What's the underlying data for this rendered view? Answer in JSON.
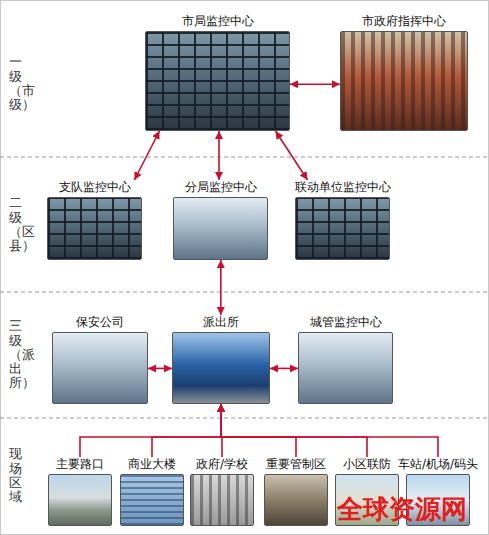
{
  "diagram": {
    "nodes": [
      {
        "text": [
          "市局监控中心"
        ]
      },
      {
        "text": [
          "市政府指挥中心"
        ]
      },
      {
        "text": [
          "支队监控中心"
        ]
      },
      {
        "text": [
          "分局监控中心"
        ]
      },
      {
        "text": [
          "联动单位监控中心"
        ]
      },
      {
        "text": [
          "保安公司"
        ]
      },
      {
        "text": [
          "派出所"
        ]
      },
      {
        "text": [
          "城管监控中心"
        ]
      },
      {
        "text": [
          "主要路口"
        ]
      },
      {
        "text": [
          "商业大楼"
        ]
      },
      {
        "text": [
          "政府/学校"
        ]
      },
      {
        "text": [
          "重要管制区"
        ]
      },
      {
        "text": [
          "小区联防"
        ]
      },
      {
        "text": [
          "车站/机场/码头"
        ]
      }
    ],
    "edges": [
      {
        "from": 0,
        "to": 1,
        "arrow": "both"
      },
      {
        "from": 0,
        "to": 2,
        "arrow": "both"
      },
      {
        "from": 0,
        "to": 3,
        "arrow": "both"
      },
      {
        "from": 0,
        "to": 4,
        "arrow": "both"
      },
      {
        "from": 3,
        "to": 6,
        "arrow": "both"
      },
      {
        "from": 5,
        "to": 6,
        "arrow": "both"
      },
      {
        "from": 7,
        "to": 6,
        "arrow": "both"
      },
      {
        "from": 8,
        "to": 6,
        "arrow": "to"
      },
      {
        "from": 9,
        "to": 6,
        "arrow": "to"
      },
      {
        "from": 10,
        "to": 6,
        "arrow": "to"
      },
      {
        "from": 11,
        "to": 6,
        "arrow": "to"
      },
      {
        "from": 12,
        "to": 6,
        "arrow": "to"
      },
      {
        "from": 13,
        "to": 6,
        "arrow": "to"
      }
    ],
    "labels": [
      "一级（市级）",
      "二级（区县）",
      "三级（派出所）",
      "现场区域",
      "全球资源网"
    ]
  }
}
